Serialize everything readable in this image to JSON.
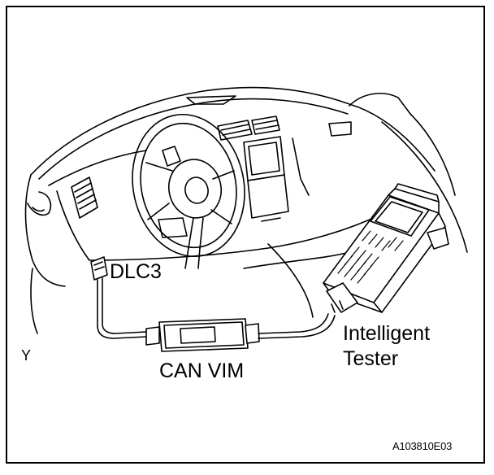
{
  "labels": {
    "dlc3": "DLC3",
    "can_vim": "CAN VIM",
    "intelligent_tester": "Intelligent Tester",
    "view_marker": "Y",
    "figure_code": "A103810E03"
  }
}
